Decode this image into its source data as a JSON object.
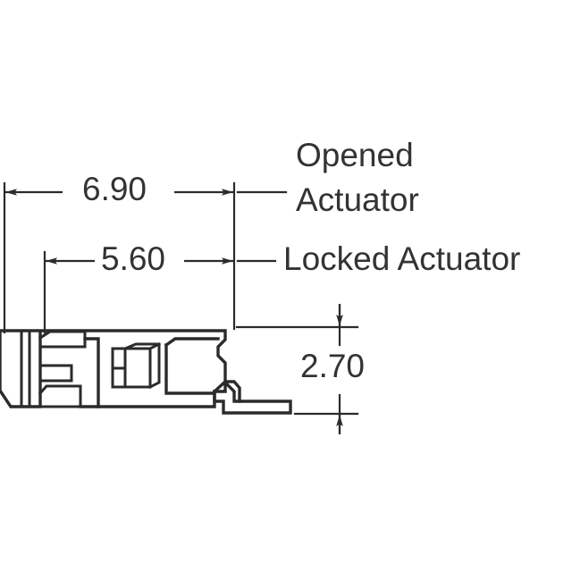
{
  "drawing": {
    "type": "engineering-dimension-drawing",
    "subject": "connector side profile",
    "units": "mm",
    "line_color": "#2b2b2b",
    "text_color": "#333333",
    "background_color": "#ffffff"
  },
  "dimensions": {
    "overall_width_opened": "6.90",
    "width_locked": "5.60",
    "height": "2.70"
  },
  "callouts": {
    "opened_actuator_line1": "Opened",
    "opened_actuator_line2": "Actuator",
    "locked_actuator": "Locked Actuator"
  }
}
